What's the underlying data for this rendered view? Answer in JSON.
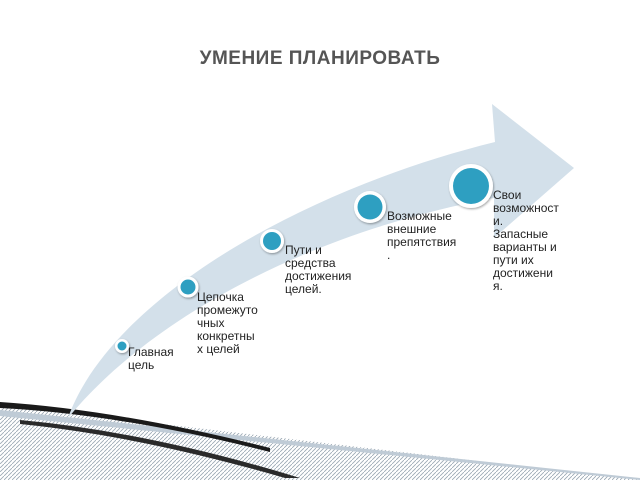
{
  "slide": {
    "title": "УМЕНИЕ ПЛАНИРОВАТЬ",
    "steps": [
      {
        "label": "Главная\nцель"
      },
      {
        "label": "Цепочка\nпромежуто\nчных\nконкретны\nх целей"
      },
      {
        "label": "Пути и\nсредства\nдостижения\nцелей."
      },
      {
        "label": "Возможные\nвнешние\nпрепятствия\n."
      },
      {
        "label": "Свои\nвозможност\nи.\nЗапасные\nварианты и\nпути их\nдостижени\nя."
      }
    ]
  },
  "colors": {
    "arrow": "#d3e0ea",
    "node_fill": "#2e9fc1",
    "node_ring": "#ffffff",
    "title": "#555555",
    "floor_stripe": "#1a1a1a"
  }
}
